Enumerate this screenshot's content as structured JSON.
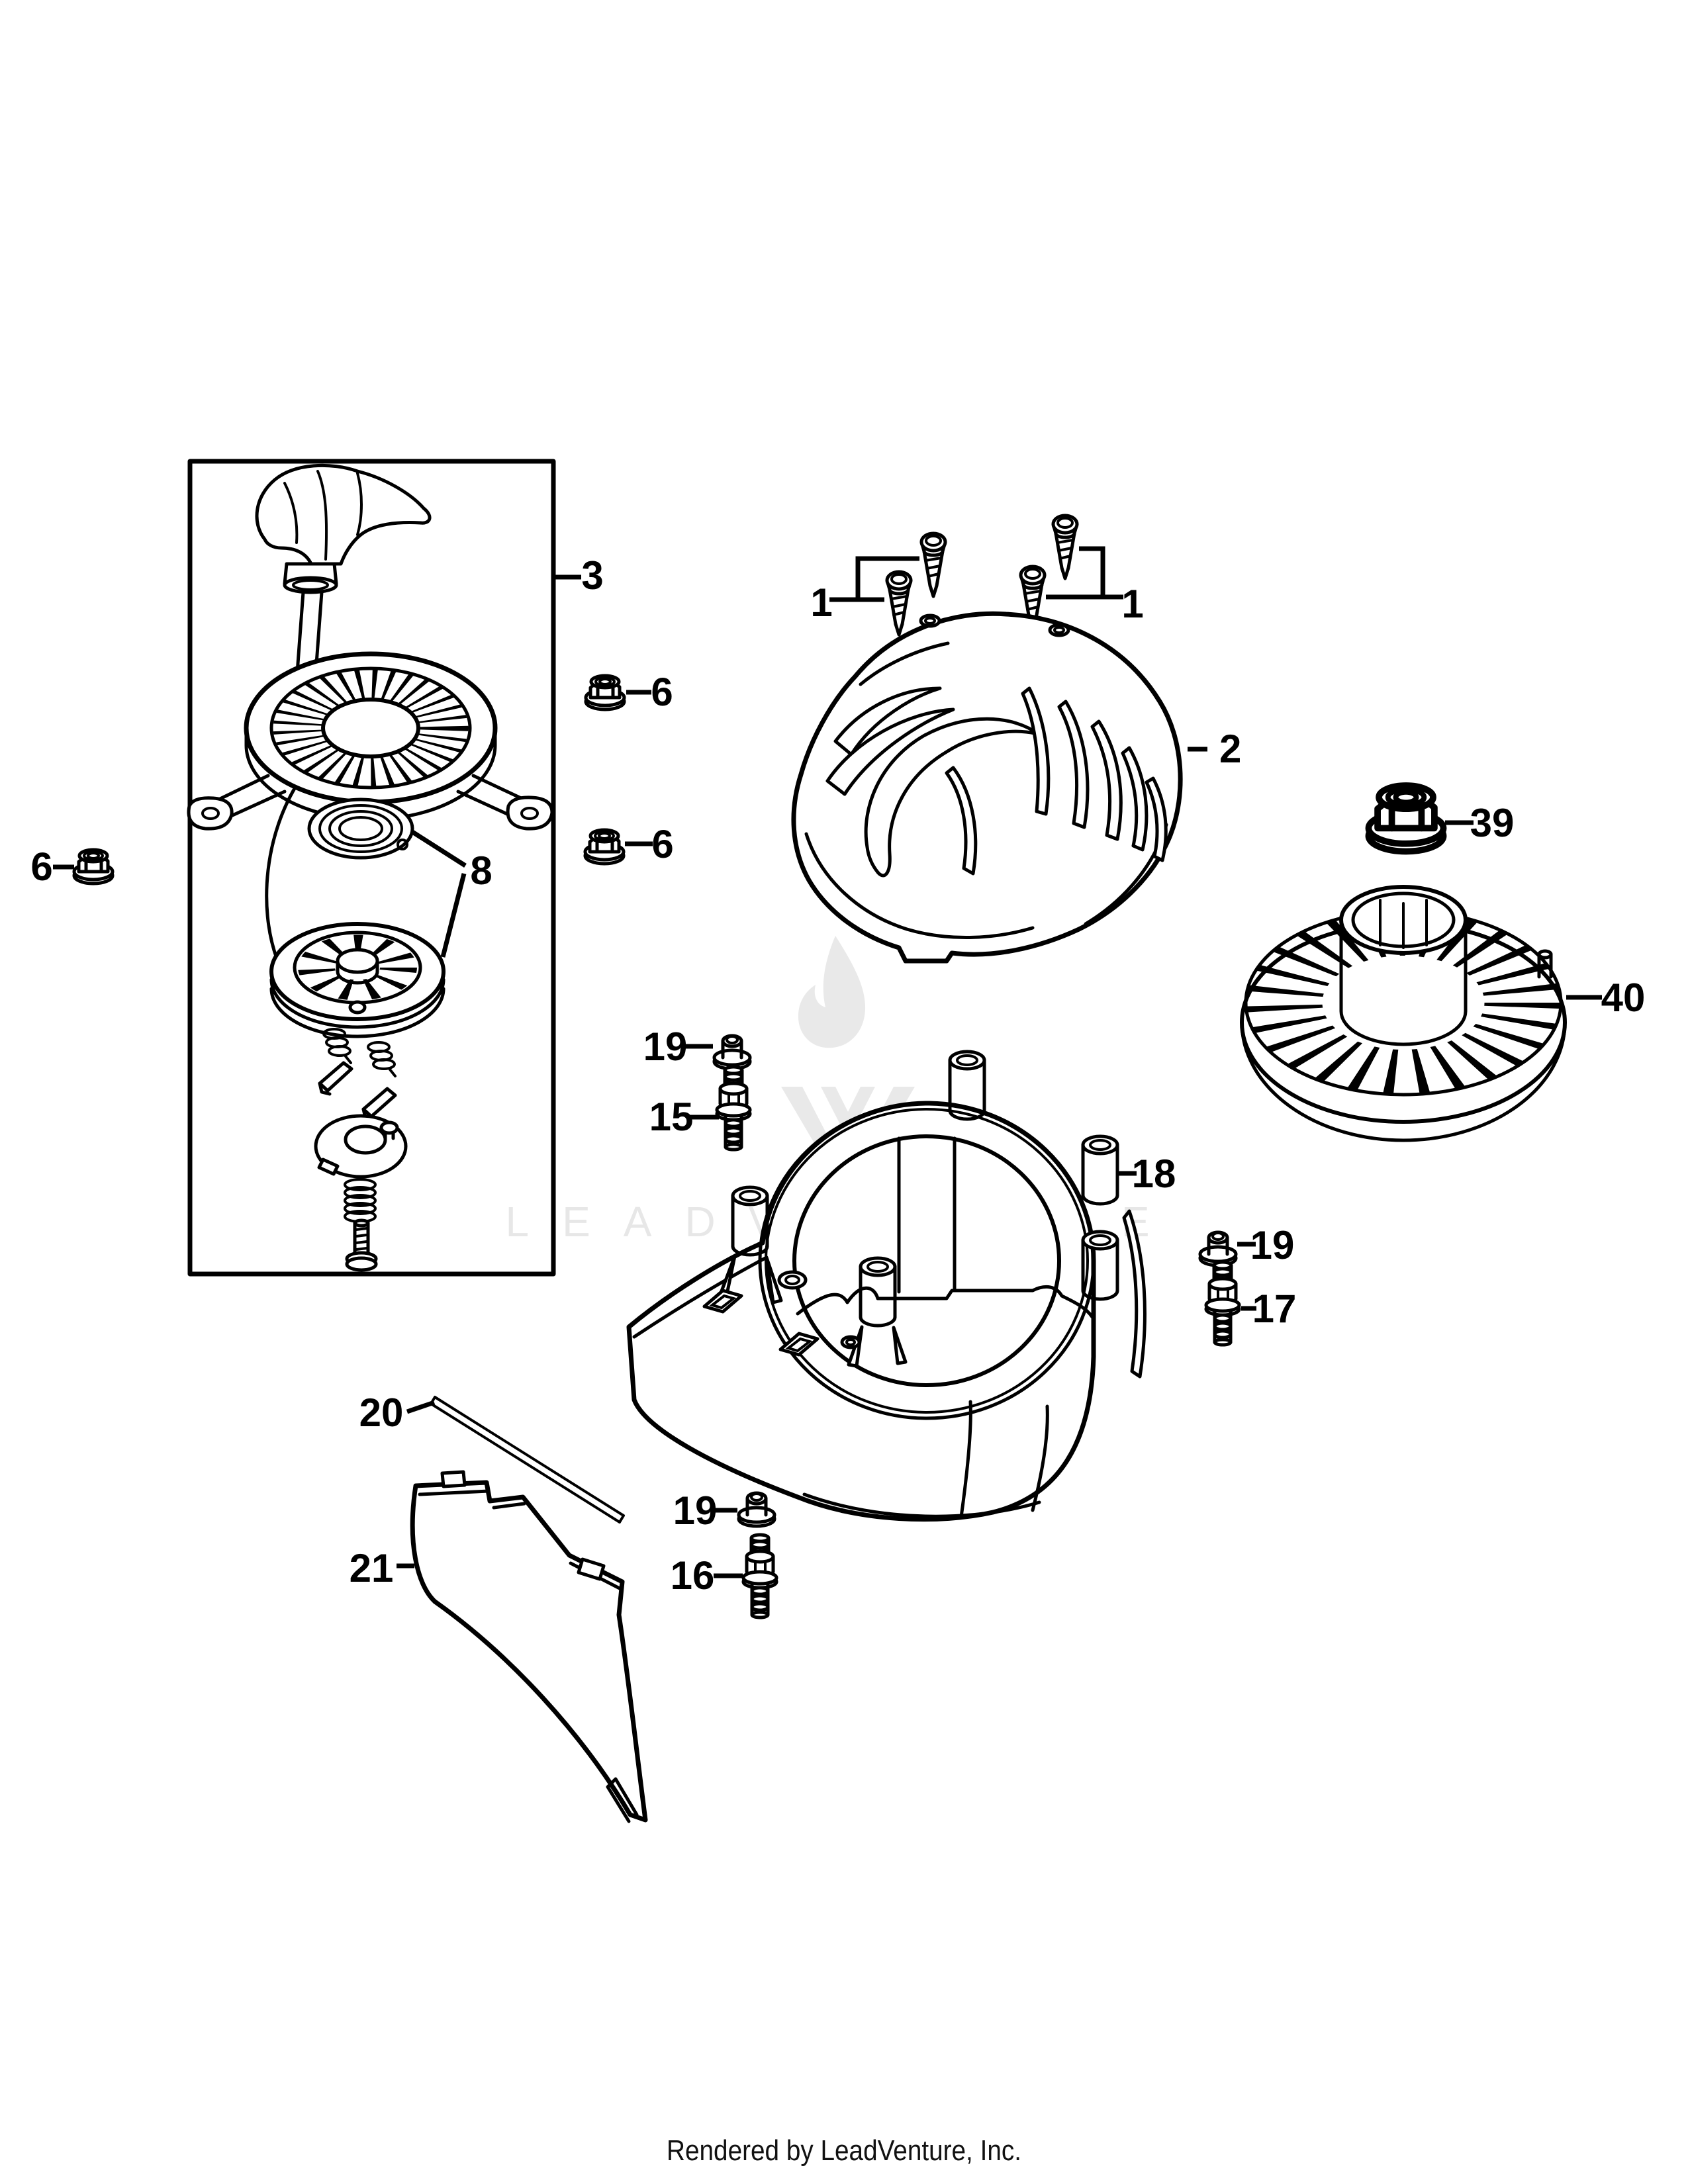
{
  "page": {
    "background": "#ffffff",
    "line_color": "#000000",
    "watermark_color": "#e9e9e9"
  },
  "watermark": {
    "text": "LEADVENTURE",
    "logo": "flame-v-logo"
  },
  "footer": {
    "text": "Rendered by LeadVenture, Inc."
  },
  "callouts": {
    "screws_left": "1",
    "screws_right": "1",
    "blower_housing_cover": "2",
    "recoil_starter_assembly": "3",
    "flange_nut_left": "6",
    "flange_nut_upper_right": "6",
    "flange_nut_lower_right": "6",
    "recoil_spring_pulley": "8",
    "stud_upper": "15",
    "stud_lower": "16",
    "stud_right": "17",
    "blower_housing": "18",
    "flange_nut_19_upper": "19",
    "flange_nut_19_right": "19",
    "flange_nut_19_lower": "19",
    "control_rod": "20",
    "heat_shield": "21",
    "flywheel_nut": "39",
    "flywheel": "40"
  }
}
